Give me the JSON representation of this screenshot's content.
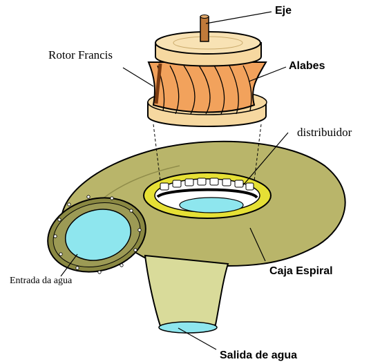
{
  "labels": {
    "shaft": "Eje",
    "rotor": "Rotor Francis",
    "blades": "Alabes",
    "distributor": "distribuidor",
    "spiral_case": "Caja Espiral",
    "water_inlet": "Entrada da agua",
    "water_outlet": "Salida de agua"
  },
  "colors": {
    "rotor_ring": "#f6d8a0",
    "rotor_blades": "#f2a25c",
    "spiral_case": "#b9b56a",
    "distributor_ring": "#e6e035",
    "water": "#8ee6ee",
    "draft_tube": "#d9db9a",
    "shaft": "#c07a3a",
    "outline": "#000000"
  }
}
